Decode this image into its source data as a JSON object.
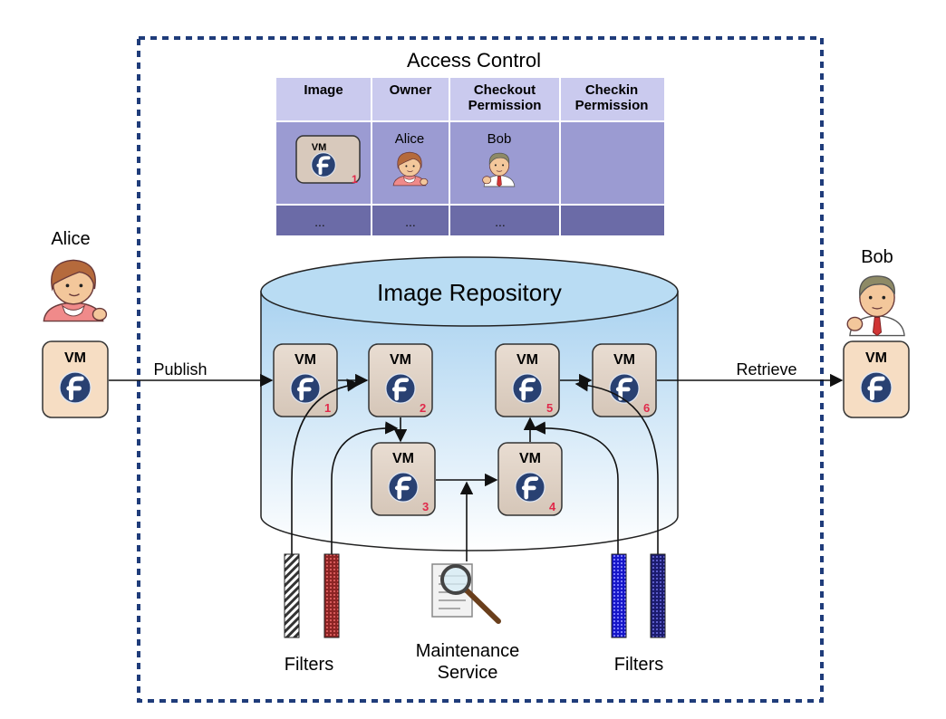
{
  "access_control": {
    "title": "Access Control",
    "headers": [
      "Image",
      "Owner",
      "Checkout\nPermission",
      "Checkin\nPermission"
    ],
    "row": {
      "image_vm": "VM",
      "image_num": "1",
      "owner": "Alice",
      "checkout": "Bob",
      "checkin": ""
    },
    "ellipsis_row": [
      "...",
      "...",
      "...",
      ""
    ]
  },
  "repository": {
    "title": "Image Repository"
  },
  "actors": {
    "left": "Alice",
    "right": "Bob"
  },
  "actions": {
    "publish": "Publish",
    "retrieve": "Retrieve"
  },
  "vm_label": "VM",
  "vm_numbers": [
    "1",
    "2",
    "3",
    "4",
    "5",
    "6"
  ],
  "filters_left": "Filters",
  "filters_right": "Filters",
  "maintenance": [
    "Maintenance",
    "Service"
  ],
  "colors": {
    "border_dash": "#1f3c7a",
    "table_header": "#c9c9ee",
    "table_row": "#9a9ad0",
    "table_row_dark": "#6c6ca6",
    "cylinder_top": "#b9dcf3",
    "vm_box": "#ded2c6",
    "vm_box_end": "#f7dfc6",
    "fedora_blue": "#294172",
    "red_num": "#e0294a"
  }
}
